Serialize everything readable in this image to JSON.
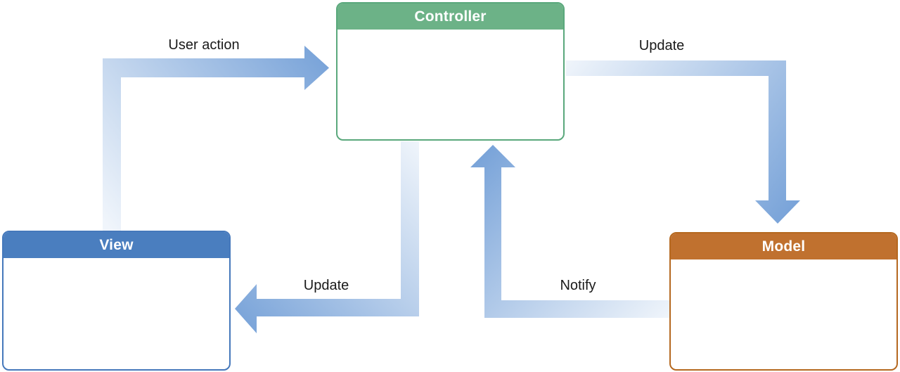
{
  "diagram": {
    "nodes": [
      {
        "id": "controller",
        "label": "Controller",
        "header_color": "#6cb287",
        "border_color": "#5aa87c"
      },
      {
        "id": "view",
        "label": "View",
        "header_color": "#4a7ebf",
        "border_color": "#4578bb"
      },
      {
        "id": "model",
        "label": "Model",
        "header_color": "#c0712f",
        "border_color": "#b5681f"
      }
    ],
    "edges": [
      {
        "id": "user-action",
        "label": "User action",
        "from": "View",
        "to": "Controller"
      },
      {
        "id": "update-model",
        "label": "Update",
        "from": "Controller",
        "to": "Model"
      },
      {
        "id": "update-view",
        "label": "Update",
        "from": "Controller",
        "to": "View"
      },
      {
        "id": "notify",
        "label": "Notify",
        "from": "Model",
        "to": "Controller"
      }
    ],
    "arrow_style": {
      "gradient_light": "#f0f5fb",
      "gradient_dark": "#7aa4d9"
    },
    "label_color": "#1a1a1a",
    "background": "#ffffff"
  }
}
